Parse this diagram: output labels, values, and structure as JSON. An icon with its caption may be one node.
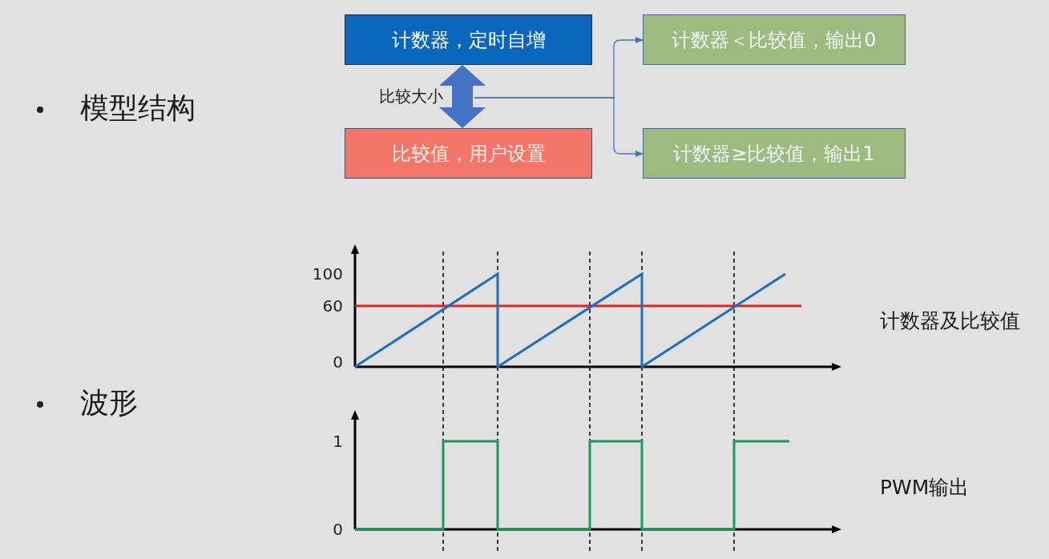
{
  "diagram": {
    "nodes": [
      {
        "text": [
          "计数器，定时自增"
        ]
      },
      {
        "text": [
          "比较值，用户设置"
        ]
      },
      {
        "text": [
          "计数器＜比较值，输出0"
        ]
      },
      {
        "text": [
          "计数器≥比较值，输出1"
        ]
      }
    ],
    "edges": [
      {
        "from": 0,
        "to": 1,
        "arrow": "both",
        "label": "比较大小",
        "style": "thick"
      },
      {
        "from": null,
        "to": 2,
        "arrow": "to"
      },
      {
        "from": null,
        "to": 3,
        "arrow": "to"
      }
    ],
    "labels": [
      "模型结构",
      "100",
      "60",
      "计数器及比较值",
      "0",
      "波形",
      "1",
      "PWM输出",
      "0"
    ]
  }
}
